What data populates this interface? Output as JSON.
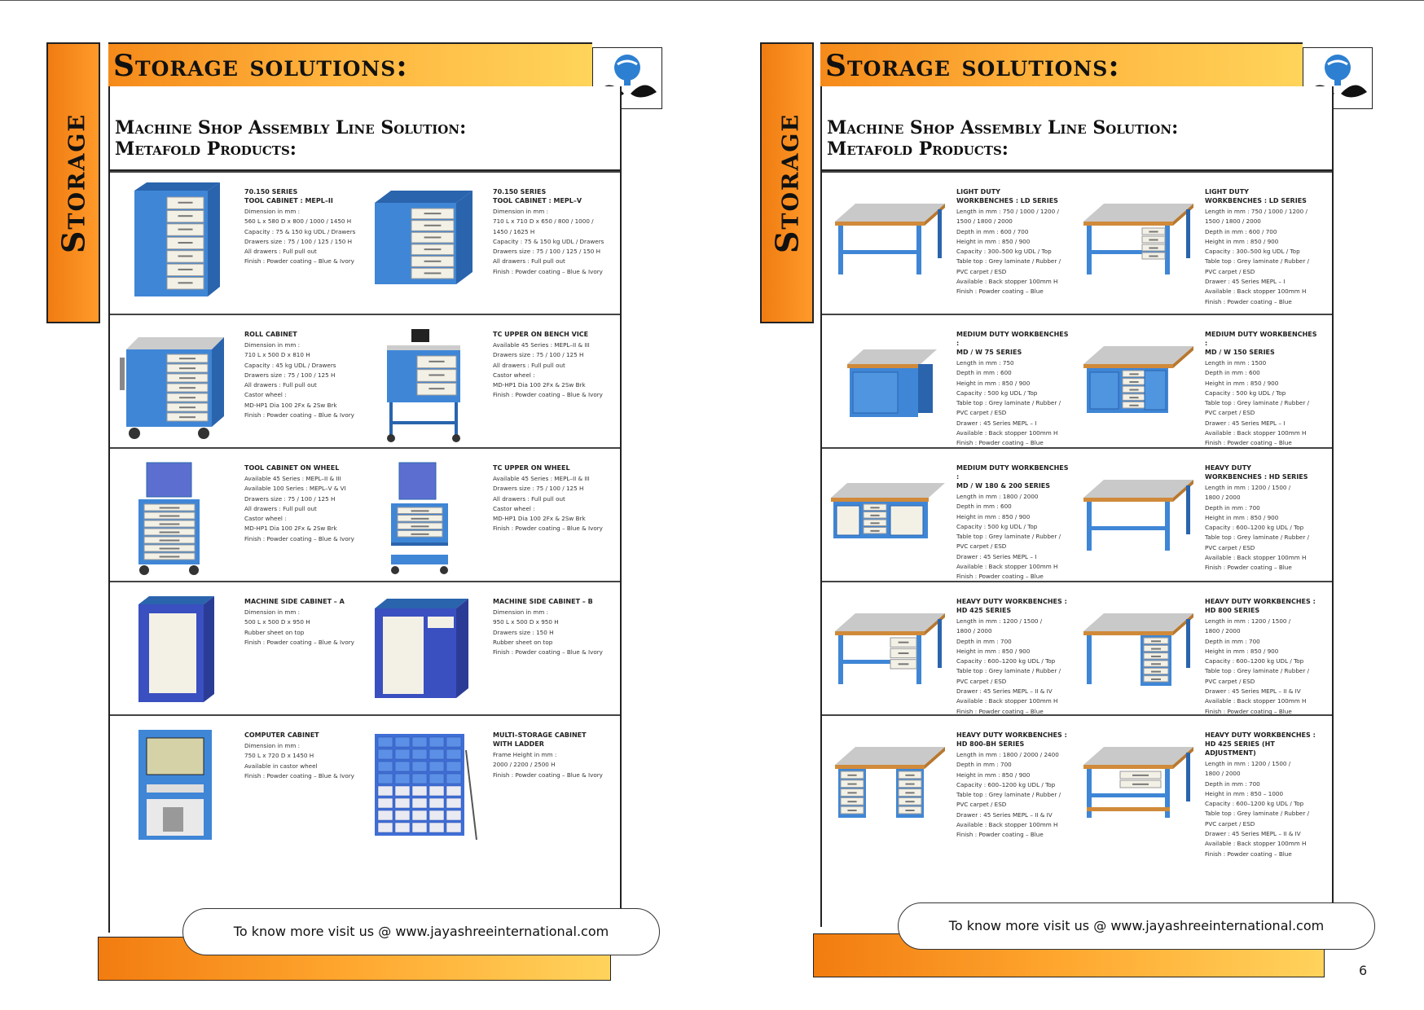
{
  "left": {
    "side_label": "Storage",
    "banner_title": "Storage solutions:",
    "heading_line1": "Machine Shop Assembly Line Solution:",
    "heading_line2": "Metafold Products:",
    "footer_text": "To know more visit us @ www.jayashreeinternational.com",
    "products": [
      {
        "title1": "70.150 SERIES",
        "title2": "TOOL CABINET : MEPL–II",
        "specs": [
          "Dimension in mm :",
          "560 L x 580 D x 800 / 1000 / 1450 H",
          "Capacity : 75 & 150 kg UDL / Drawers",
          "Drawers size : 75 / 100 / 125 / 150 H",
          "All drawers : Full pull out",
          "Finish : Powder coating – Blue & Ivory"
        ]
      },
      {
        "title1": "70.150 SERIES",
        "title2": "TOOL CABINET : MEPL–V",
        "specs": [
          "Dimension in mm :",
          "710 L x 710 D x 650 / 800 / 1000 /",
          "1450 / 1625 H",
          "Capacity : 75 & 150 kg UDL / Drawers",
          "Drawers size : 75 / 100 / 125 / 150 H",
          "All drawers : Full pull out",
          "Finish : Powder coating – Blue & Ivory"
        ]
      },
      {
        "title1": "ROLL CABINET",
        "title2": "",
        "specs": [
          "Dimension in mm :",
          "710 L x 500 D x 810 H",
          "Capacity : 45 kg UDL / Drawers",
          "Drawers size : 75 / 100 / 125 H",
          "All drawers : Full pull out",
          "Castor wheel :",
          "MD-HP1 Dia 100 2Fx & 2Sw Brk",
          "Finish : Powder coating – Blue & Ivory"
        ]
      },
      {
        "title1": "TC UPPER ON BENCH VICE",
        "title2": "",
        "specs": [
          "Available 45 Series : MEPL–II & III",
          "Drawers size : 75 / 100 / 125 H",
          "All drawers : Full pull out",
          "Castor wheel :",
          "MD-HP1 Dia 100 2Fx & 2Sw Brk",
          "Finish : Powder coating – Blue & Ivory"
        ]
      },
      {
        "title1": "TOOL CABINET ON WHEEL",
        "title2": "",
        "specs": [
          "Available 45 Series : MEPL–II & III",
          "Available 100 Series : MEPL–V & VI",
          "Drawers size : 75 / 100 / 125 H",
          "All drawers : Full pull out",
          "Castor wheel :",
          "MD-HP1 Dia 100 2Fx & 2Sw Brk",
          "Finish : Powder coating – Blue & Ivory"
        ]
      },
      {
        "title1": "TC UPPER ON WHEEL",
        "title2": "",
        "specs": [
          "Available 45 Series : MEPL–II & III",
          "Drawers size : 75 / 100 / 125 H",
          "All drawers : Full pull out",
          "Castor wheel :",
          "MD-HP1 Dia 100 2Fx & 2Sw Brk",
          "Finish : Powder coating – Blue & Ivory"
        ]
      },
      {
        "title1": "MACHINE SIDE CABINET – A",
        "title2": "",
        "specs": [
          "Dimension in mm :",
          "500 L x 500 D x 950 H",
          "Rubber sheet on top",
          "Finish : Powder coating – Blue & Ivory"
        ]
      },
      {
        "title1": "MACHINE SIDE CABINET – B",
        "title2": "",
        "specs": [
          "Dimension in mm :",
          "950 L x 500 D x 950 H",
          "Drawers size : 150 H",
          "Rubber sheet on top",
          "Finish : Powder coating – Blue & Ivory"
        ]
      },
      {
        "title1": "COMPUTER CABINET",
        "title2": "",
        "specs": [
          "Dimension in mm :",
          "750 L x 720 D x 1450 H",
          "Available in castor wheel",
          "Finish : Powder coating – Blue & Ivory"
        ]
      },
      {
        "title1": "MULTI–STORAGE CABINET",
        "title2": "WITH LADDER",
        "specs": [
          "Frame Height in mm :",
          "2000 / 2200 / 2500 H",
          "Finish : Powder coating – Blue & Ivory"
        ]
      }
    ]
  },
  "right": {
    "side_label": "Storage",
    "banner_title": "Storage solutions:",
    "heading_line1": "Machine Shop Assembly Line Solution:",
    "heading_line2": "Metafold Products:",
    "footer_text": "To know more visit us @ www.jayashreeinternational.com",
    "page_number": "6",
    "products": [
      {
        "title1": "LIGHT DUTY",
        "title2": "WORKBENCHES : LD SERIES",
        "specs": [
          "Length in mm : 750 / 1000 / 1200 /",
          "1500 / 1800 / 2000",
          "Depth in mm : 600 / 700",
          "Height in mm : 850 / 900",
          "Capacity : 300–500 kg UDL / Top",
          "Table top : Grey laminate / Rubber /",
          "PVC carpet / ESD",
          "Available : Back stopper 100mm H",
          "Finish : Powder coating – Blue"
        ]
      },
      {
        "title1": "LIGHT DUTY",
        "title2": "WORKBENCHES : LD SERIES",
        "specs": [
          "Length in mm : 750 / 1000 / 1200 /",
          "1500 / 1800 / 2000",
          "Depth in mm : 600 / 700",
          "Height in mm : 850 / 900",
          "Capacity : 300–500 kg UDL / Top",
          "Table top : Grey laminate / Rubber /",
          "PVC carpet / ESD",
          "Drawer : 45 Series MEPL – I",
          "Available : Back stopper 100mm H",
          "Finish : Powder coating – Blue"
        ]
      },
      {
        "title1": "MEDIUM DUTY WORKBENCHES :",
        "title2": "MD / W 75 SERIES",
        "specs": [
          "Length in mm : 750",
          "Depth in mm : 600",
          "Height in mm : 850 / 900",
          "Capacity : 500 kg UDL / Top",
          "Table top : Grey laminate / Rubber /",
          "PVC carpet / ESD",
          "Drawer : 45 Series MEPL – I",
          "Available : Back stopper 100mm H",
          "Finish : Powder coating – Blue"
        ]
      },
      {
        "title1": "MEDIUM DUTY WORKBENCHES :",
        "title2": "MD / W 150 SERIES",
        "specs": [
          "Length in mm : 1500",
          "Depth in mm : 600",
          "Height in mm : 850 / 900",
          "Capacity : 500 kg UDL / Top",
          "Table top : Grey laminate / Rubber /",
          "PVC carpet / ESD",
          "Drawer : 45 Series MEPL – I",
          "Available : Back stopper 100mm H",
          "Finish : Powder coating – Blue"
        ]
      },
      {
        "title1": "MEDIUM DUTY WORKBENCHES :",
        "title2": "MD / W 180 & 200 SERIES",
        "specs": [
          "Length in mm : 1800 / 2000",
          "Depth in mm : 600",
          "Height in mm : 850 / 900",
          "Capacity : 500 kg UDL / Top",
          "Table top : Grey laminate / Rubber /",
          "PVC carpet / ESD",
          "Drawer : 45 Series MEPL – I",
          "Available : Back stopper 100mm H",
          "Finish : Powder coating – Blue"
        ]
      },
      {
        "title1": "HEAVY DUTY",
        "title2": "WORKBENCHES : HD SERIES",
        "specs": [
          "Length in mm : 1200 / 1500 /",
          "1800 / 2000",
          "Depth in mm : 700",
          "Height in mm : 850 / 900",
          "Capacity : 600–1200 kg UDL / Top",
          "Table top : Grey laminate / Rubber /",
          "PVC carpet / ESD",
          "Available : Back stopper 100mm H",
          "Finish : Powder coating – Blue"
        ]
      },
      {
        "title1": "HEAVY DUTY WORKBENCHES :",
        "title2": "HD 425 SERIES",
        "specs": [
          "Length in mm : 1200 / 1500 /",
          "1800 / 2000",
          "Depth in mm : 700",
          "Height in mm : 850 / 900",
          "Capacity : 600–1200 kg UDL / Top",
          "Table top : Grey laminate / Rubber /",
          "PVC carpet / ESD",
          "Drawer : 45 Series MEPL – II & IV",
          "Available : Back stopper 100mm H",
          "Finish : Powder coating – Blue"
        ]
      },
      {
        "title1": "HEAVY DUTY WORKBENCHES :",
        "title2": "HD 800 SERIES",
        "specs": [
          "Length in mm : 1200 / 1500 /",
          "1800 / 2000",
          "Depth in mm : 700",
          "Height in mm : 850 / 900",
          "Capacity : 600–1200 kg UDL / Top",
          "Table top : Grey laminate / Rubber /",
          "PVC carpet / ESD",
          "Drawer : 45 Series MEPL – II & IV",
          "Available : Back stopper 100mm H",
          "Finish : Powder coating – Blue"
        ]
      },
      {
        "title1": "HEAVY DUTY WORKBENCHES :",
        "title2": "HD 800-BH SERIES",
        "specs": [
          "Length in mm : 1800 / 2000 / 2400",
          "Depth in mm : 700",
          "Height in mm : 850 / 900",
          "Capacity : 600–1200 kg UDL / Top",
          "Table top : Grey laminate / Rubber /",
          "PVC carpet / ESD",
          "Drawer : 45 Series MEPL – II & IV",
          "Available : Back stopper 100mm H",
          "Finish : Powder coating – Blue"
        ]
      },
      {
        "title1": "HEAVY DUTY WORKBENCHES :",
        "title2": "HD 425 SERIES (HT Adjustment)",
        "specs": [
          "Length in mm : 1200 / 1500 /",
          "1800 / 2000",
          "Depth in mm : 700",
          "Height in mm : 850 – 1000",
          "Capacity : 600–1200 kg UDL / Top",
          "Table top : Grey laminate / Rubber /",
          "PVC carpet / ESD",
          "Drawer : 45 Series MEPL – II & IV",
          "Available : Back stopper 100mm H",
          "Finish : Powder coating – Blue"
        ]
      }
    ]
  },
  "colors": {
    "orange": "#f58a1a",
    "blue": "#3f86d6",
    "ivory": "#f3f1e6",
    "steel": "#c8c8c8"
  }
}
